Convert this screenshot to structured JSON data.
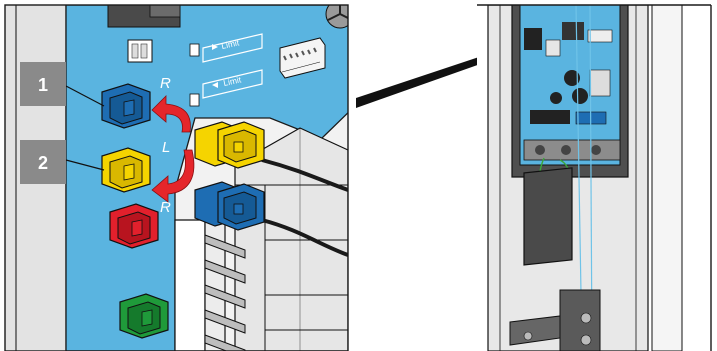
{
  "callouts": [
    {
      "number": "1"
    },
    {
      "number": "2"
    }
  ],
  "board_labels": {
    "limit_upper": "Limit",
    "limit_lower": "Limit",
    "letter_r": "R",
    "letter_l": "L",
    "letter_r_lower": "R"
  },
  "colors": {
    "board": "#5ab4e0",
    "connector_blue": "#1e6db3",
    "connector_yellow": "#f5d400",
    "connector_red": "#e2202c",
    "connector_green": "#1f9a3a",
    "arrow": "#e5262b",
    "callout_box": "#8a8a8a",
    "housing": "#e8e8e8"
  }
}
